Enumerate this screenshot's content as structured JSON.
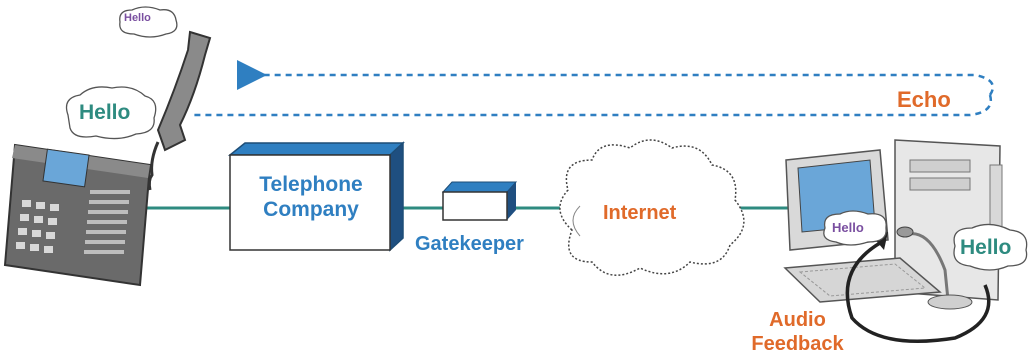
{
  "diagram": {
    "telephone_company": [
      "Telephone",
      "Company"
    ],
    "gatekeeper": "Gatekeeper",
    "internet": "Internet",
    "echo": "Echo",
    "audio_feedback": [
      "Audio",
      "Feedback"
    ],
    "hello_bubbles": {
      "phone_small": "Hello",
      "phone_large": "Hello",
      "pc_small": "Hello",
      "pc_large": "Hello"
    }
  },
  "colors": {
    "accent_blue": "#2f7fc1",
    "accent_orange": "#e06a2a",
    "line_teal": "#2e8b80",
    "hello_purple": "#7a4fa0"
  },
  "icons": [
    "telephone-icon",
    "handset-icon",
    "server-box-icon",
    "gatekeeper-device-icon",
    "cloud-icon",
    "computer-icon",
    "microphone-icon",
    "speech-bubble-icon"
  ]
}
